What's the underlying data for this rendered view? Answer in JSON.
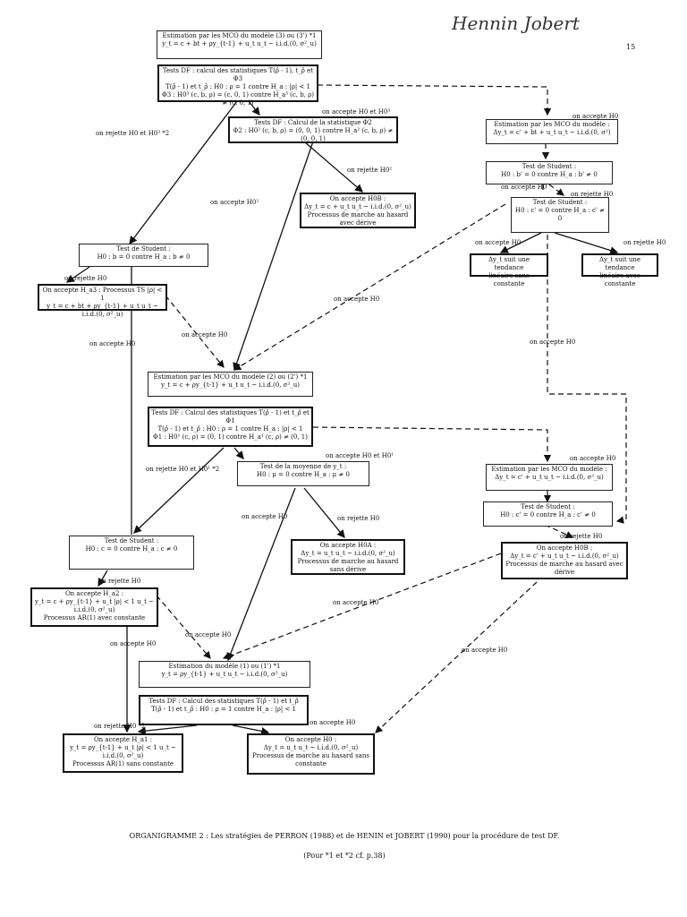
{
  "header": {
    "signature": "Hennin Jobert",
    "page_number": "15"
  },
  "boxes": [
    {
      "id": "b_est3",
      "text": "Estimation par les MCO du modèle (3) ou (3') *1\ny_t = c + bt + ρy_{t-1} + u_t    u_t ~ i.i.d.(0, σ²_u)"
    },
    {
      "id": "b_df3",
      "text": "Tests DF : calcul des statistiques T(ρ̂ - 1), t_ρ̂ et Φ3\nT(ρ̂ - 1) et t_ρ̂ : H0 : ρ = 1 contre H_a : |ρ| < 1\nΦ3 : H0³ (c, b, ρ) = (c, 0, 1) contre H_a³ (c, b, ρ) ≠ (c, 0, 1)"
    },
    {
      "id": "b_phi2",
      "text": "Tests DF : Calcul de la statistique Φ2\nΦ2 : H0² (c, b, ρ) = (0, 0, 1) contre H_a² (c, b, ρ) ≠ (0, 0, 1)"
    },
    {
      "id": "b_h0b",
      "text": "On accepte H0B :\nΔy_t = c + u_t    u_t ~ i.i.d.(0, σ²_u)\nProcessus de marche au hasard avec dérive"
    },
    {
      "id": "b_est_r1",
      "text": "Estimation par les MCO du modèle :\nΔy_t = c' + bt + u_t    u_t ~ i.i.d.(0, σ²)"
    },
    {
      "id": "b_stud_r1",
      "text": "Test de Student :\nH0 : b' = 0 contre H_a : b' ≠ 0"
    },
    {
      "id": "b_stud_r2",
      "text": "Test de Student :\nH0 : c' = 0 contre H_a : c' ≠ 0"
    },
    {
      "id": "b_trend1",
      "text": "Δy_t suit une tendance\nlinéaire sans constante"
    },
    {
      "id": "b_trend2",
      "text": "Δy_t suit une tendance\nlinéaire avec constante"
    },
    {
      "id": "b_stud_b",
      "text": "Test de Student :\nH0 : b = 0 contre H_a : b ≠ 0"
    },
    {
      "id": "b_ha3",
      "text": "On accepte H_a3 : Processus TS    |ρ| < 1\ny_t = c + bt + ρy_{t-1} + u_t    u_t ~ i.i.d.(0, σ²_u)"
    },
    {
      "id": "b_est2",
      "text": "Estimation par les MCO du modèle (2) ou (2') *1\ny_t = c + ρy_{t-1} + u_t    u_t ~ i.i.d.(0, σ²_u)"
    },
    {
      "id": "b_df2",
      "text": "Tests DF : Calcul des statistiques T(ρ̂ - 1) et t_ρ̂ et Φ1\nT(ρ̂ - 1) et t_ρ̂ : H0 : ρ = 1 contre H_a : |ρ| < 1\nΦ1 : H0¹ (c, ρ) = (0, 1) contre H_a¹ (c, ρ) ≠ (0, 1)"
    },
    {
      "id": "b_mean",
      "text": "Test de la moyenne de y_t :\nH0 : μ = 0 contre H_a : μ ≠ 0"
    },
    {
      "id": "b_est_r2",
      "text": "Estimation par les MCO du modèle :\nΔy_t = c' + u_t    u_t ~ i.i.d.(0, σ²_u)"
    },
    {
      "id": "b_stud_r3",
      "text": "Test de Student :\nH0 : c' = 0 contre H_a : c' ≠ 0"
    },
    {
      "id": "b_stud_c",
      "text": "Test de Student :\nH0 : c = 0 contre H_a : c ≠ 0"
    },
    {
      "id": "b_h0a",
      "text": "On accepte H0A :\nΔy_t = u_t    u_t ~ i.i.d.(0, σ²_u)\nProcessus de marche au hasard sans dérive"
    },
    {
      "id": "b_h0b2",
      "text": "On accepte H0B :\nΔy_t = c' + u_t    u_t ~ i.i.d.(0, σ²_u)\nProcessus de marche au hasard avec dérive"
    },
    {
      "id": "b_ha2",
      "text": "On accepte H_a2 :\ny_t = c + ρy_{t-1} + u_t    |ρ| < 1    u_t ~ i.i.d.(0, σ²_u)\nProcessus AR(1) avec constante"
    },
    {
      "id": "b_est1",
      "text": "Estimation du modèle (1) ou (1') *1\ny_t = ρy_{t-1} + u_t    u_t ~ i.i.d.(0, σ²_u)"
    },
    {
      "id": "b_df1",
      "text": "Tests DF : Calcul des statistiques T(ρ̂ - 1) et t_ρ̂\nT(ρ̂ - 1) et t_ρ̂ : H0 : ρ = 1 contre H_a : |ρ| < 1"
    },
    {
      "id": "b_ha1",
      "text": "On accepte H_a1 :\ny_t = ρy_{t-1} + u_t    |ρ| < 1    u_t ~ i.i.d.(0, σ²_u)\nProcessus AR(1) sans constante"
    },
    {
      "id": "b_h0",
      "text": "On accepte H0 :\nΔy_t = u_t    u_t ~ i.i.d.(0, σ²_u)\nProcessus de marche au hasard sans constante"
    }
  ],
  "edge_labels": [
    {
      "id": "l1",
      "text": "on accepte H0 et H0³"
    },
    {
      "id": "l2",
      "text": "on rejette H0 et H0³ *2"
    },
    {
      "id": "l3",
      "text": "on accepte H0"
    },
    {
      "id": "l4",
      "text": "on rejette H0²"
    },
    {
      "id": "l5",
      "text": "on accepte H0²"
    },
    {
      "id": "l6",
      "text": "on accepte H0"
    },
    {
      "id": "l7",
      "text": "on rejette H0"
    },
    {
      "id": "l8",
      "text": "on rejette H0"
    },
    {
      "id": "l9",
      "text": "on accepte H0"
    },
    {
      "id": "l10",
      "text": "on rejette H0"
    },
    {
      "id": "l11",
      "text": "on accepte H0"
    },
    {
      "id": "l12",
      "text": "on accepte H0"
    },
    {
      "id": "l13",
      "text": "on accepte H0"
    },
    {
      "id": "l14",
      "text": "on accepte H0"
    },
    {
      "id": "l15",
      "text": "on accepte H0 et H0¹"
    },
    {
      "id": "l16",
      "text": "on rejette H0 et H0¹ *2"
    },
    {
      "id": "l17",
      "text": "on accepte H0"
    },
    {
      "id": "l18",
      "text": "on accepte H0"
    },
    {
      "id": "l19",
      "text": "on rejette H0"
    },
    {
      "id": "l20",
      "text": "on rejette H0"
    },
    {
      "id": "l21",
      "text": "on rejette H0"
    },
    {
      "id": "l22",
      "text": "on accepte H0"
    },
    {
      "id": "l23",
      "text": "on accepte H0"
    },
    {
      "id": "l24",
      "text": "on accepte H0"
    },
    {
      "id": "l25",
      "text": "on accepte H0"
    },
    {
      "id": "l26",
      "text": "on rejette H0 *2"
    },
    {
      "id": "l27",
      "text": "on accepte H0"
    }
  ],
  "caption": {
    "line1": "ORGANIGRAMME 2 : Les stratégies de PERRON (1988) et de HENIN et JOBERT (1990) pour la procédure de test DF.",
    "line2": "(Pour *1 et *2 cf. p.38)"
  },
  "colors": {
    "ink": "#111111",
    "paper": "#ffffff"
  }
}
